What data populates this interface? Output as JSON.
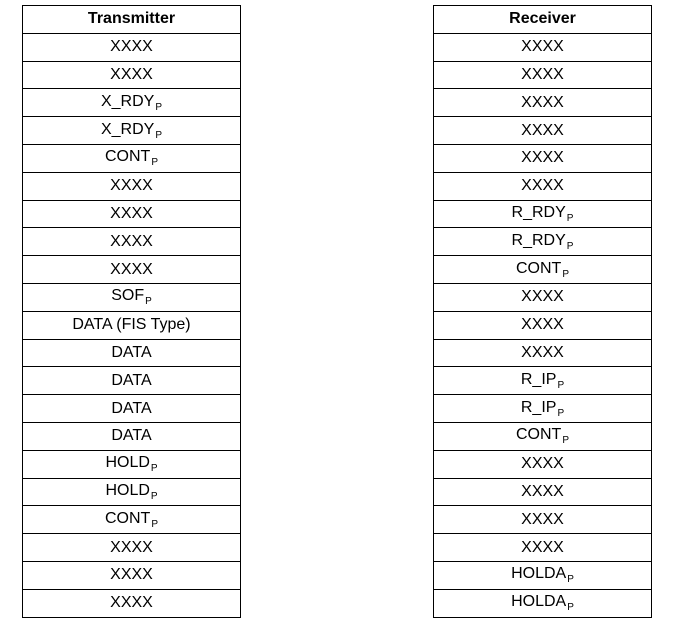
{
  "transmitter": {
    "header": "Transmitter",
    "rows": [
      {
        "text": "XXXX",
        "sub": ""
      },
      {
        "text": "XXXX",
        "sub": ""
      },
      {
        "text": "X_RDY",
        "sub": "P"
      },
      {
        "text": "X_RDY",
        "sub": "P"
      },
      {
        "text": "CONT",
        "sub": "P"
      },
      {
        "text": "XXXX",
        "sub": ""
      },
      {
        "text": "XXXX",
        "sub": ""
      },
      {
        "text": "XXXX",
        "sub": ""
      },
      {
        "text": "XXXX",
        "sub": ""
      },
      {
        "text": "SOF",
        "sub": "P"
      },
      {
        "text": "DATA (FIS Type)",
        "sub": ""
      },
      {
        "text": "DATA",
        "sub": ""
      },
      {
        "text": "DATA",
        "sub": ""
      },
      {
        "text": "DATA",
        "sub": ""
      },
      {
        "text": "DATA",
        "sub": ""
      },
      {
        "text": "HOLD",
        "sub": "P"
      },
      {
        "text": "HOLD",
        "sub": "P"
      },
      {
        "text": "CONT",
        "sub": "P"
      },
      {
        "text": "XXXX",
        "sub": ""
      },
      {
        "text": "XXXX",
        "sub": ""
      },
      {
        "text": "XXXX",
        "sub": ""
      }
    ]
  },
  "receiver": {
    "header": "Receiver",
    "rows": [
      {
        "text": "XXXX",
        "sub": ""
      },
      {
        "text": "XXXX",
        "sub": ""
      },
      {
        "text": "XXXX",
        "sub": ""
      },
      {
        "text": "XXXX",
        "sub": ""
      },
      {
        "text": "XXXX",
        "sub": ""
      },
      {
        "text": "XXXX",
        "sub": ""
      },
      {
        "text": "R_RDY",
        "sub": "P"
      },
      {
        "text": "R_RDY",
        "sub": "P"
      },
      {
        "text": "CONT",
        "sub": "P"
      },
      {
        "text": "XXXX",
        "sub": ""
      },
      {
        "text": "XXXX",
        "sub": ""
      },
      {
        "text": "XXXX",
        "sub": ""
      },
      {
        "text": "R_IP",
        "sub": "P"
      },
      {
        "text": "R_IP",
        "sub": "P"
      },
      {
        "text": "CONT",
        "sub": "P"
      },
      {
        "text": "XXXX",
        "sub": ""
      },
      {
        "text": "XXXX",
        "sub": ""
      },
      {
        "text": "XXXX",
        "sub": ""
      },
      {
        "text": "XXXX",
        "sub": ""
      },
      {
        "text": "HOLDA",
        "sub": "P"
      },
      {
        "text": "HOLDA",
        "sub": "P"
      }
    ]
  }
}
